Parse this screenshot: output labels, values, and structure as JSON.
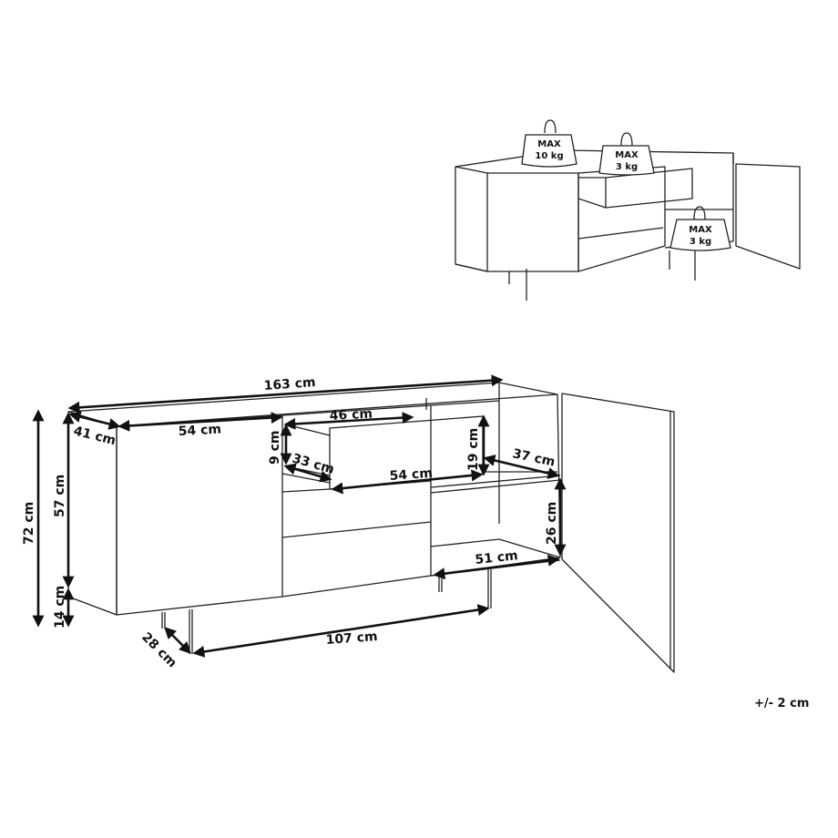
{
  "dimensions": {
    "width_total": "163 cm",
    "depth": "41 cm",
    "door_width": "54 cm",
    "drawer_width": "46 cm",
    "drawer_height_inner": "9 cm",
    "drawer_depth": "33 cm",
    "drawer_front_height": "19 cm",
    "drawer_front_width": "54 cm",
    "shelf_depth": "37 cm",
    "shelf_height": "26 cm",
    "shelf_width": "51 cm",
    "height_total": "72 cm",
    "body_height": "57 cm",
    "leg_height": "14 cm",
    "leg_depth_spacing": "28 cm",
    "leg_width_spacing": "107 cm"
  },
  "weights": [
    {
      "line1": "MAX",
      "line2": "10 kg"
    },
    {
      "line1": "MAX",
      "line2": "3 kg"
    },
    {
      "line1": "MAX",
      "line2": "3 kg"
    }
  ],
  "tolerance": "+/- 2 cm"
}
